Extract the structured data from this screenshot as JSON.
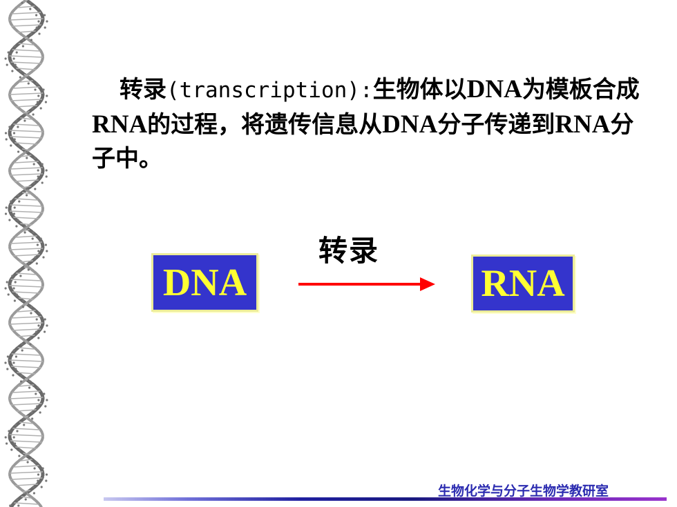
{
  "definition": {
    "term_cn": "转录",
    "term_en": "(transcription)",
    "colon": ":",
    "text_1": "生物体以",
    "latin_1": "DNA",
    "text_2": "为模板",
    "text_3": "合成",
    "latin_2": "RNA",
    "text_4": "的过程，将遗传信息从",
    "latin_3": "DNA",
    "text_5": "分子传递到",
    "latin_4": "RNA",
    "text_6": "分子中。"
  },
  "diagram": {
    "process_label": "转录",
    "source_label": "DNA",
    "target_label": "RNA",
    "arrow_color": "#ff0000",
    "box_fill": "#3434cc",
    "box_text_color": "#ffff33"
  },
  "footer": {
    "department": "生物化学与分子生物学教研室"
  }
}
